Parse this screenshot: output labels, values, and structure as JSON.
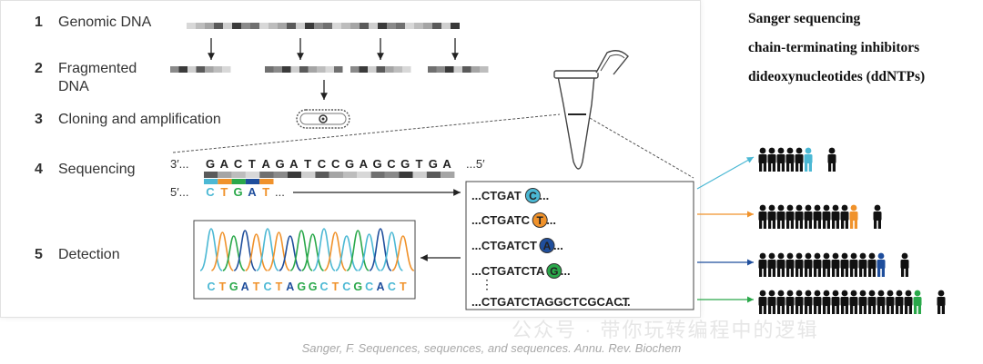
{
  "steps": [
    {
      "num": "1",
      "label": "Genomic DNA"
    },
    {
      "num": "2",
      "label": "Fragmented"
    },
    {
      "num": "",
      "label": "DNA"
    },
    {
      "num": "3",
      "label": "Cloning and amplification"
    },
    {
      "num": "4",
      "label": "Sequencing"
    },
    {
      "num": "5",
      "label": "Detection"
    }
  ],
  "template_strand": {
    "prefix": "3′...",
    "sequence": "GACTAGATCCGAGCGTGA",
    "suffix": "...5′"
  },
  "primer_strand": {
    "prefix": "5′...",
    "bases": [
      "C",
      "T",
      "G",
      "A",
      "T"
    ],
    "suffix": "..."
  },
  "fragments": [
    {
      "prefix": "...",
      "seq": "CTGAT",
      "terminal": "C",
      "suffix": "..."
    },
    {
      "prefix": "...",
      "seq": "CTGATC",
      "terminal": "T",
      "suffix": "..."
    },
    {
      "prefix": "...",
      "seq": "CTGATCT",
      "terminal": "A",
      "suffix": "..."
    },
    {
      "prefix": "...",
      "seq": "CTGATCTA",
      "terminal": "G",
      "suffix": "..."
    },
    {
      "prefix": "...",
      "seq": "CTGATCTAGGCTCGCACT",
      "terminal": "",
      "suffix": "..."
    }
  ],
  "fragments_ellipsis": "⋮",
  "chromatogram_sequence": "CTGATCTAGGCTCGCACT",
  "base_colors": {
    "C": "#4bb8d4",
    "T": "#f0922b",
    "G": "#2aa84a",
    "A": "#1f4e9c"
  },
  "right_titles": [
    "Sanger sequencing",
    "chain-terminating inhibitors",
    "dideoxynucleotides (ddNTPs)"
  ],
  "caption": "Sanger, F. Sequences, sequences, and sequences. Annu. Rev. Biochem",
  "watermark": "公众号 · 带你玩转编程中的逻辑"
}
